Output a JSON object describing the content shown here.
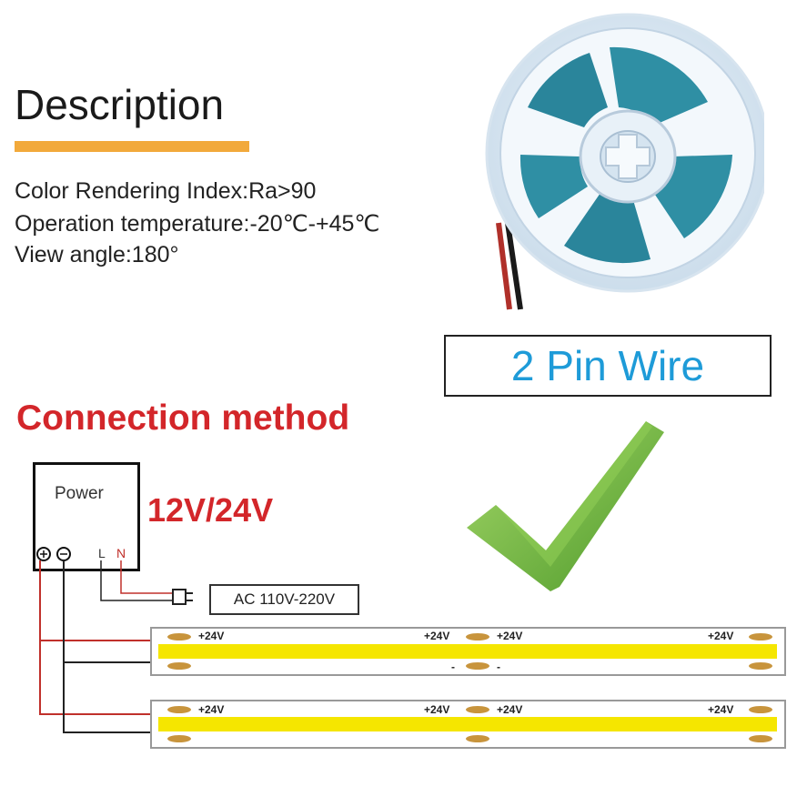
{
  "description": {
    "title": "Description",
    "specs": [
      "Color Rendering Index:Ra>90",
      "Operation temperature:-20℃-+45℃",
      "View angle:180°"
    ]
  },
  "pin_wire_label": "2 Pin Wire",
  "connection": {
    "title": "Connection method",
    "voltage": "12V/24V",
    "power_label": "Power",
    "terminal_plus": "+",
    "terminal_minus": "-",
    "terminal_L": "L",
    "terminal_N": "N",
    "ac_label": "AC 110V-220V",
    "strip_plus_label": "+24V",
    "strip_minus_label": "-"
  },
  "colors": {
    "accent_orange": "#f2a93b",
    "title_red": "#d3262a",
    "label_blue": "#1e9bd8",
    "strip_yellow": "#f5e600",
    "check_green": "#7cc242"
  }
}
